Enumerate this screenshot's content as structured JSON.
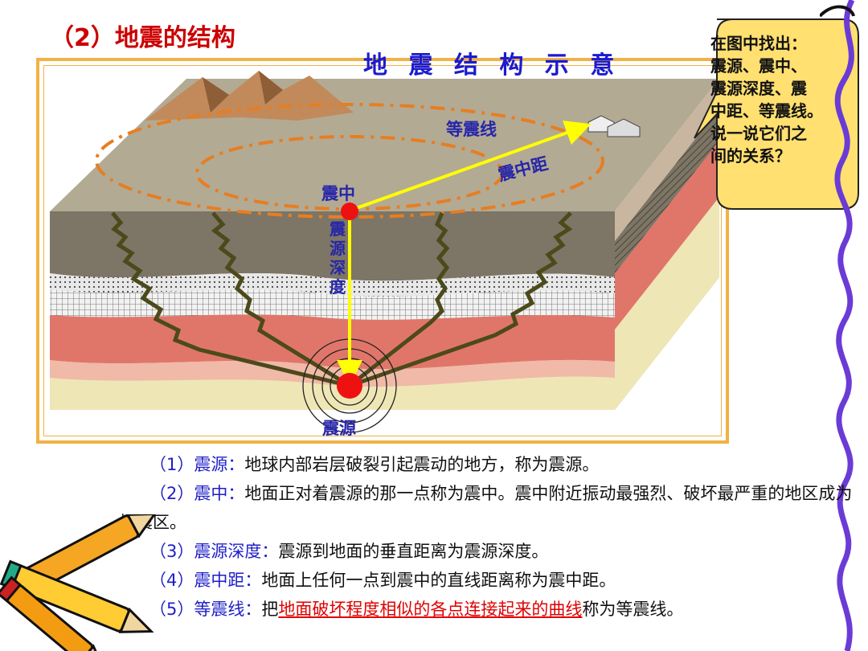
{
  "slide": {
    "title": "（2）地震的结构"
  },
  "figure": {
    "title": "地 震 结 构 示 意",
    "labels": {
      "isoseismal": "等震线",
      "epicentral_distance": "震中距",
      "epicenter": "震中",
      "focal_depth": "震源深度",
      "focus": "震源"
    }
  },
  "callout": {
    "lines": [
      "在图中找出：",
      "震源、震中、",
      "震源深度、震",
      "中距、等震线。",
      "说一说它们之",
      "间的关系？"
    ]
  },
  "definitions": [
    {
      "num": "（1）",
      "term": "震源：",
      "text": "地球内部岩层破裂引起震动的地方，称为震源。"
    },
    {
      "num": "（2）",
      "term": "震中：",
      "text": "地面正对着震源的那一点称为震中。震中附近振动最强烈、破坏最严重的地区成为极震区。"
    },
    {
      "num": "（3）",
      "term": "震源深度：",
      "text": "震源到地面的垂直距离为震源深度。"
    },
    {
      "num": "（4）",
      "term": "震中距：",
      "text": "地面上任何一点到震中的直线距离称为震中距。"
    },
    {
      "num": "（5）",
      "term": "等震线：",
      "pre": "把",
      "highlight": "地面破坏程度相似的各点连接起来的曲线",
      "post": "称为等震线。"
    }
  ],
  "colors": {
    "title_red": "#cc0000",
    "figure_blue": "#1b1bd0",
    "callout_fill": "#ffe070",
    "frame_orange": "#f2b245",
    "arrow_yellow": "#ffff00",
    "highlight_red": "#e00000"
  },
  "icons": [
    "pencils-clipart-icon",
    "spiral-binding-icon"
  ]
}
